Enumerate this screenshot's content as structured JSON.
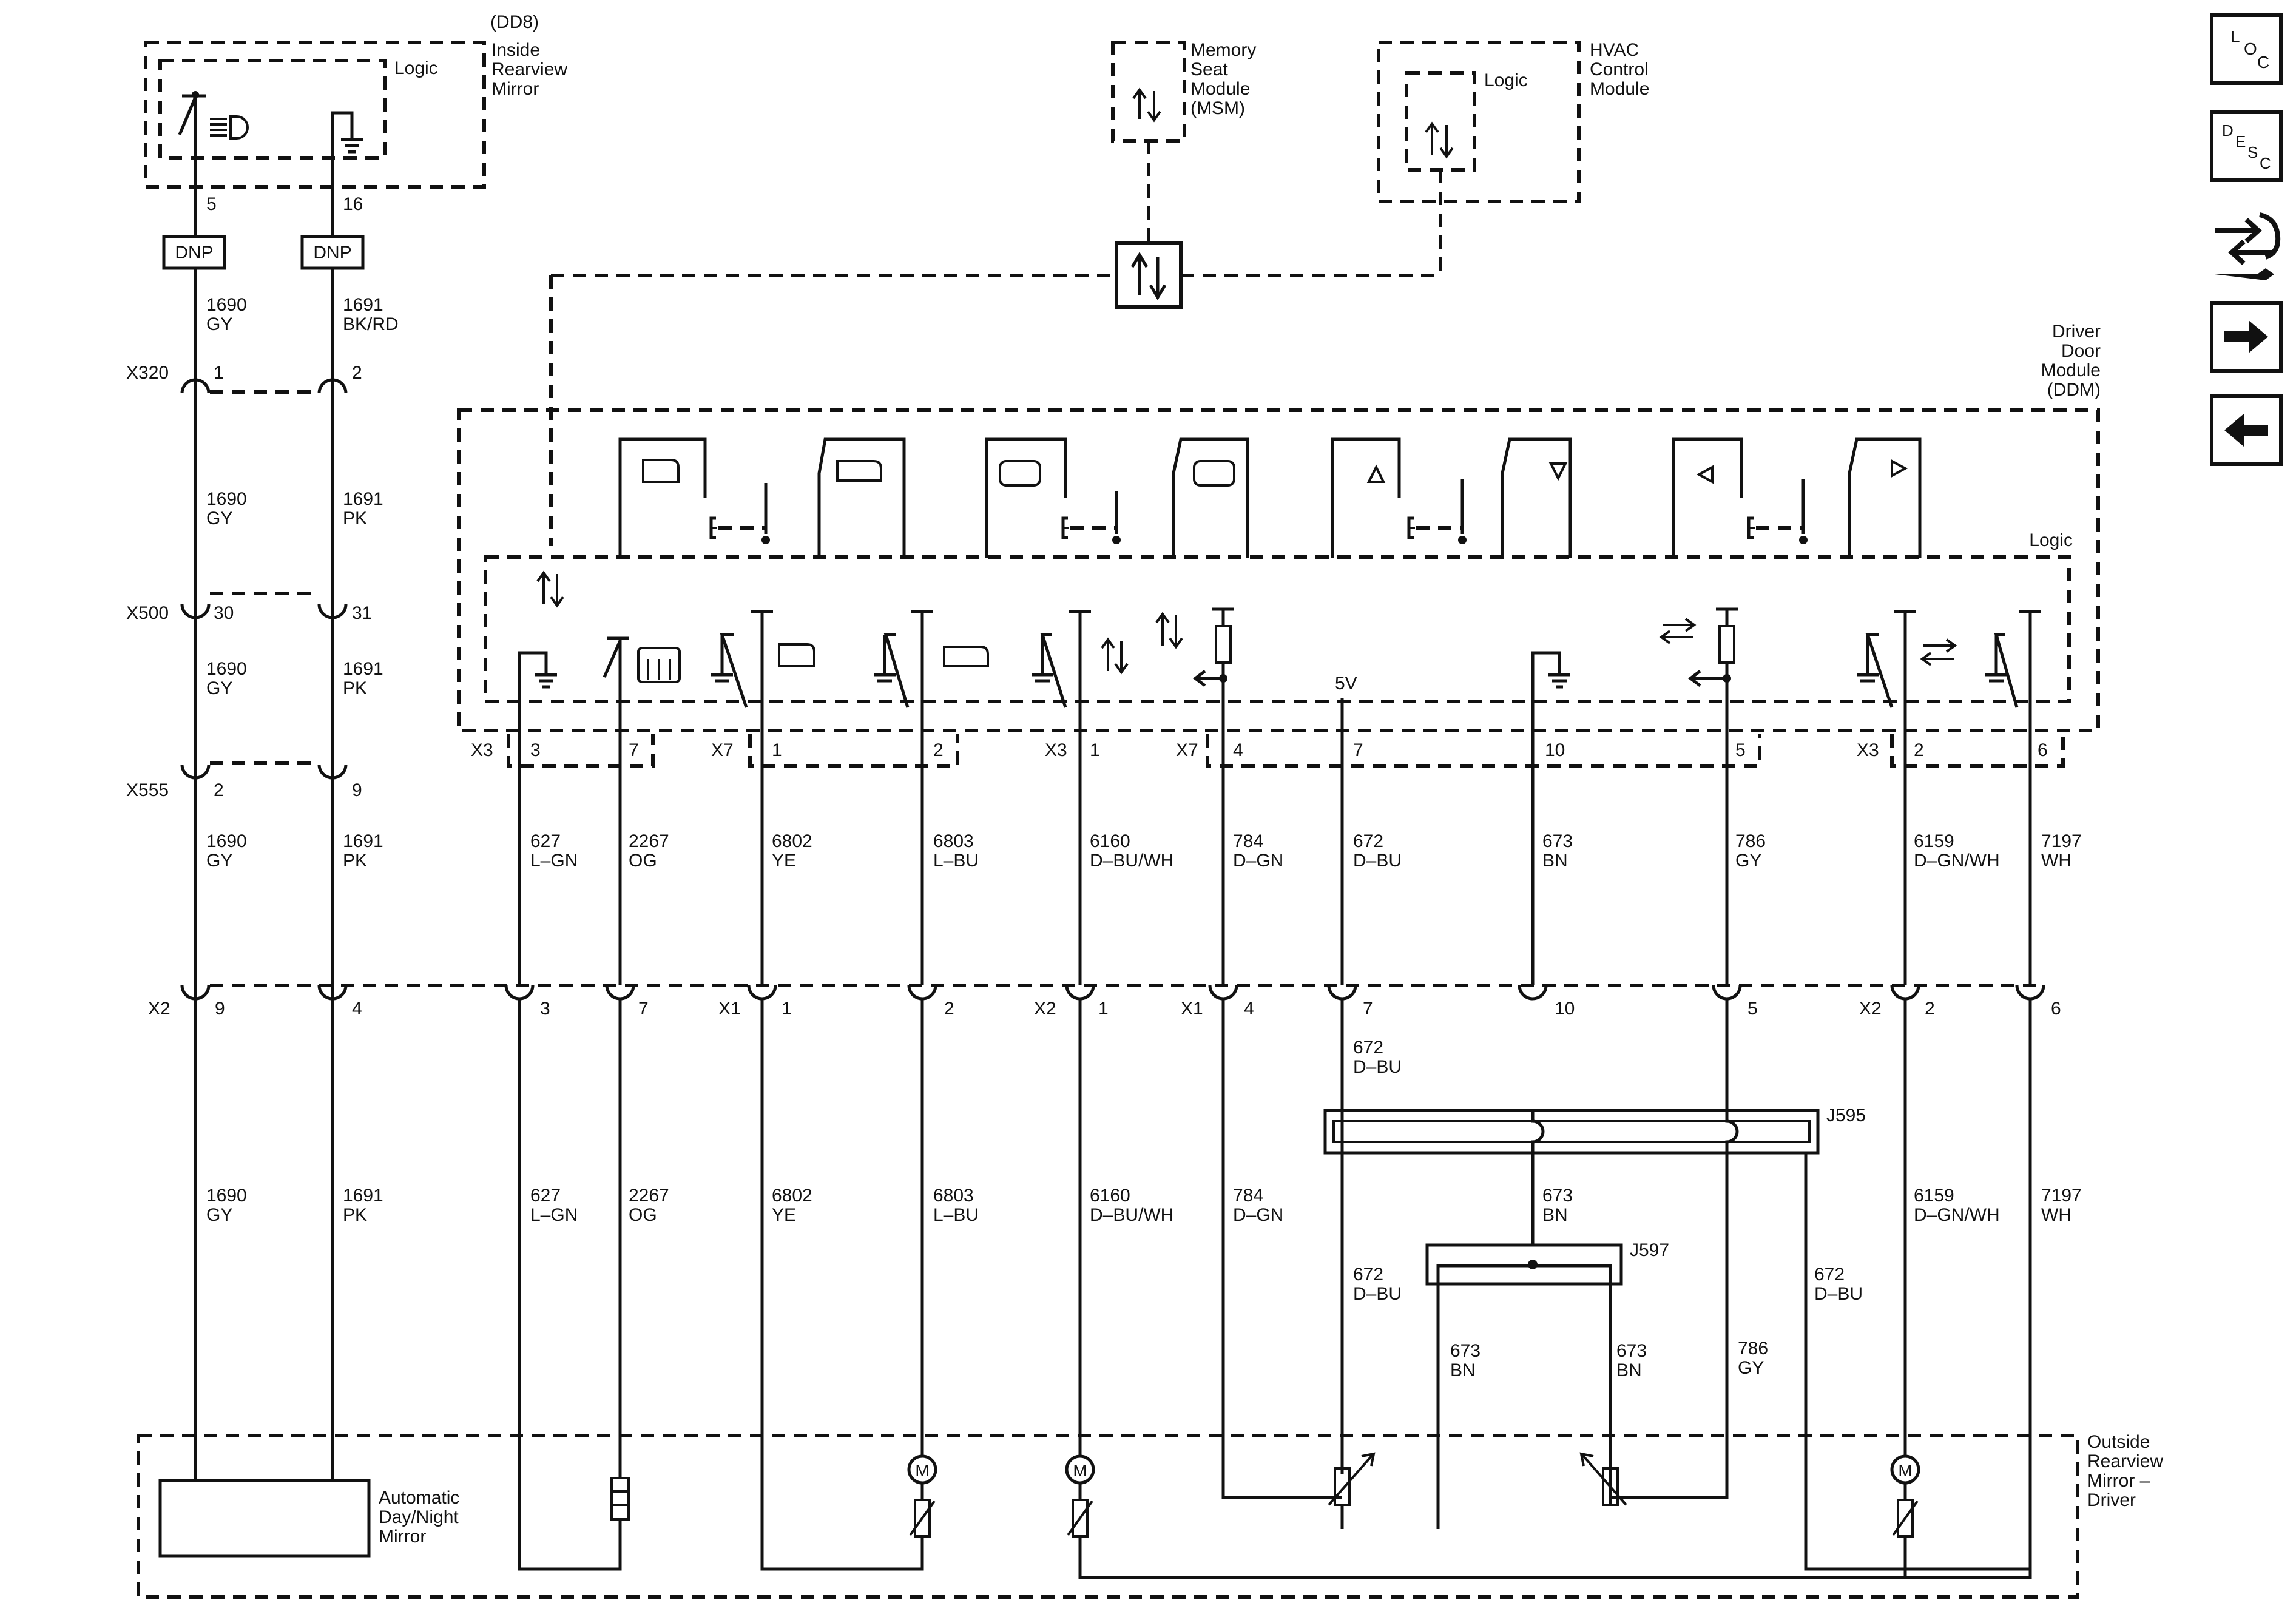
{
  "modules": {
    "inside_mirror": {
      "code": "(DD8)",
      "name_lines": [
        "Inside",
        "Rearview",
        "Mirror"
      ],
      "logic": "Logic"
    },
    "msm": {
      "name_lines": [
        "Memory",
        "Seat",
        "Module",
        "(MSM)"
      ]
    },
    "hvac": {
      "name_lines": [
        "HVAC",
        "Control",
        "Module"
      ],
      "logic": "Logic"
    },
    "ddm": {
      "name_lines": [
        "Driver",
        "Door",
        "Module",
        "(DDM)"
      ],
      "logic": "Logic"
    },
    "outside_mirror": {
      "name_lines": [
        "Outside",
        "Rearview",
        "Mirror –",
        "Driver"
      ]
    },
    "auto_mirror": {
      "name_lines": [
        "Automatic",
        "Day/Night",
        "Mirror"
      ]
    }
  },
  "top_wires": {
    "pins": [
      "5",
      "16"
    ],
    "dnp": "DNP",
    "left": [
      "1690",
      "GY"
    ],
    "right": [
      "1691",
      "BK/RD"
    ]
  },
  "connectors_left": [
    {
      "id": "X320",
      "pins": [
        "1",
        "2"
      ]
    },
    {
      "id": "X500",
      "pins": [
        "30",
        "31"
      ]
    },
    {
      "id": "X555",
      "pins": [
        "2",
        "9"
      ]
    }
  ],
  "left_wire_segments": [
    {
      "left": [
        "1690",
        "GY"
      ],
      "right": [
        "1691",
        "PK"
      ]
    },
    {
      "left": [
        "1690",
        "GY"
      ],
      "right": [
        "1691",
        "PK"
      ]
    },
    {
      "left": [
        "1690",
        "GY"
      ],
      "right": [
        "1691",
        "PK"
      ]
    },
    {
      "left": [
        "1690",
        "GY"
      ],
      "right": [
        "1691",
        "PK"
      ]
    }
  ],
  "ddm_connectors": [
    {
      "id": "X3",
      "pins": [
        "3",
        "7"
      ]
    },
    {
      "id": "X7",
      "pins": [
        "1",
        "2"
      ]
    },
    {
      "id": "X3",
      "pins": [
        "1"
      ]
    },
    {
      "id": "X7",
      "pins": [
        "4",
        "7",
        "10",
        "5"
      ]
    },
    {
      "id": "X3",
      "pins": [
        "2",
        "6"
      ]
    }
  ],
  "bottom_connectors": [
    {
      "id": "X2",
      "pins": [
        "9",
        "4"
      ]
    },
    {
      "id": "",
      "pins": [
        "3",
        "7"
      ]
    },
    {
      "id": "X1",
      "pins": [
        "1",
        "2"
      ]
    },
    {
      "id": "X2",
      "pins": [
        "1"
      ]
    },
    {
      "id": "X1",
      "pins": [
        "4",
        "7",
        "10",
        "5"
      ]
    },
    {
      "id": "X2",
      "pins": [
        "2",
        "6"
      ]
    }
  ],
  "mid_wires": [
    [
      "627",
      "L–GN"
    ],
    [
      "2267",
      "OG"
    ],
    [
      "6802",
      "YE"
    ],
    [
      "6803",
      "L–BU"
    ],
    [
      "6160",
      "D–BU/WH"
    ],
    [
      "784",
      "D–GN"
    ],
    [
      "672",
      "D–BU"
    ],
    [
      "673",
      "BN"
    ],
    [
      "786",
      "GY"
    ],
    [
      "6159",
      "D–GN/WH"
    ],
    [
      "7197",
      "WH"
    ]
  ],
  "lower_wires": [
    [
      "627",
      "L–GN"
    ],
    [
      "2267",
      "OG"
    ],
    [
      "6802",
      "YE"
    ],
    [
      "6803",
      "L–BU"
    ],
    [
      "6160",
      "D–BU/WH"
    ],
    [
      "784",
      "D–GN"
    ],
    [
      "6159",
      "D–GN/WH"
    ],
    [
      "7197",
      "WH"
    ]
  ],
  "splice": {
    "j595": "J595",
    "j597": "J597",
    "wire_672": [
      "672",
      "D–BU"
    ],
    "wire_673": [
      "673",
      "BN"
    ],
    "wire_786": [
      "786",
      "GY"
    ]
  },
  "voltage": "5V",
  "nav": {
    "loc": [
      "L",
      "O",
      "C"
    ],
    "desc": [
      "D",
      "E",
      "S",
      "C"
    ],
    "icons": [
      "connector-repair-icon",
      "arrow-right-icon",
      "arrow-left-icon"
    ]
  }
}
